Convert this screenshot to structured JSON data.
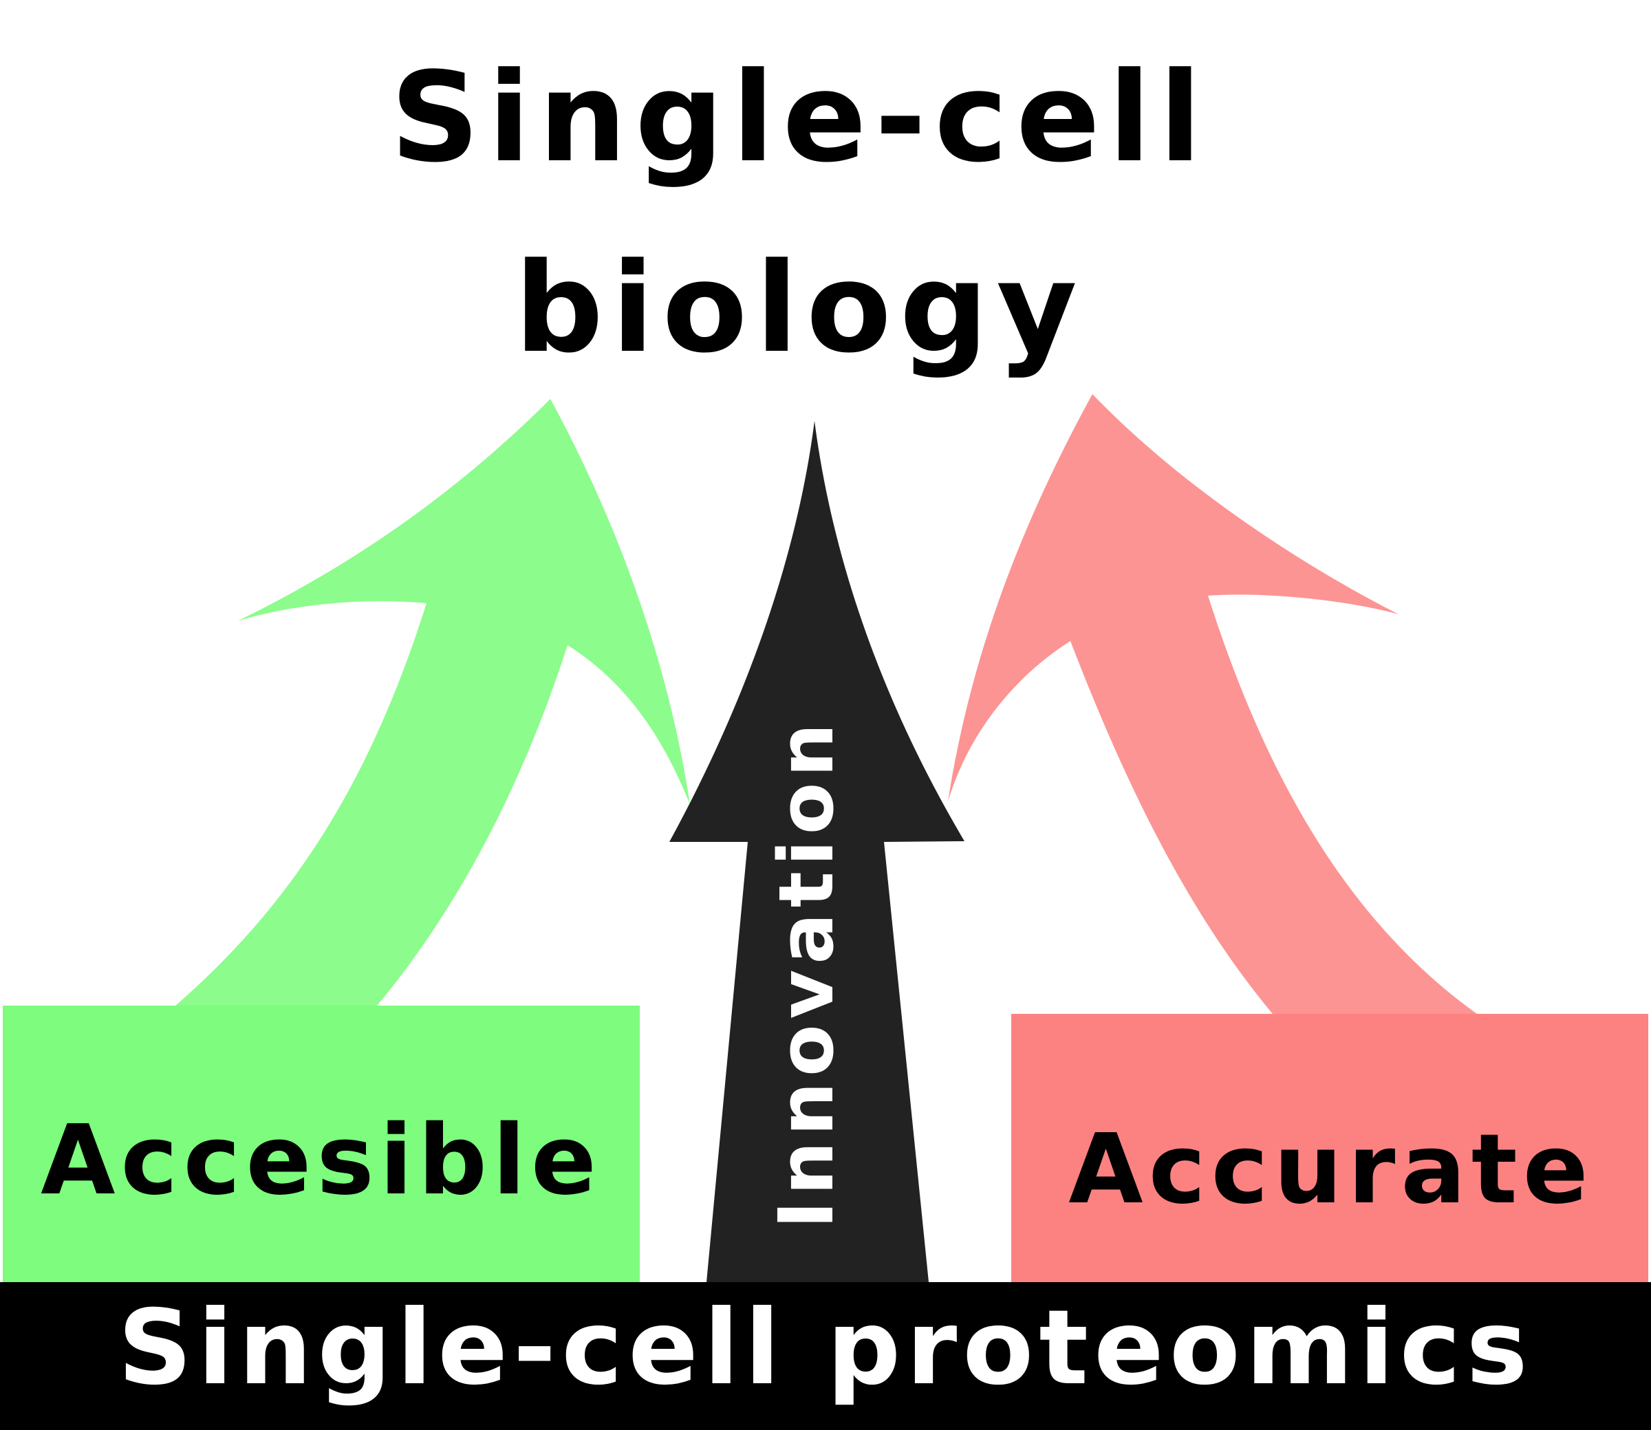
{
  "title": {
    "line1": "Single-cell",
    "line2": "biology"
  },
  "left_box": {
    "label": "Accesible",
    "color": "#7dfc7d",
    "arrow_color": "#8cfc8c"
  },
  "center_arrow": {
    "label": "Innovation",
    "color": "#222222"
  },
  "right_box": {
    "label": "Accurate",
    "color": "#fc8282",
    "arrow_color": "#fc9494"
  },
  "footer": {
    "label": "Single-cell proteomics",
    "color": "#000000"
  }
}
